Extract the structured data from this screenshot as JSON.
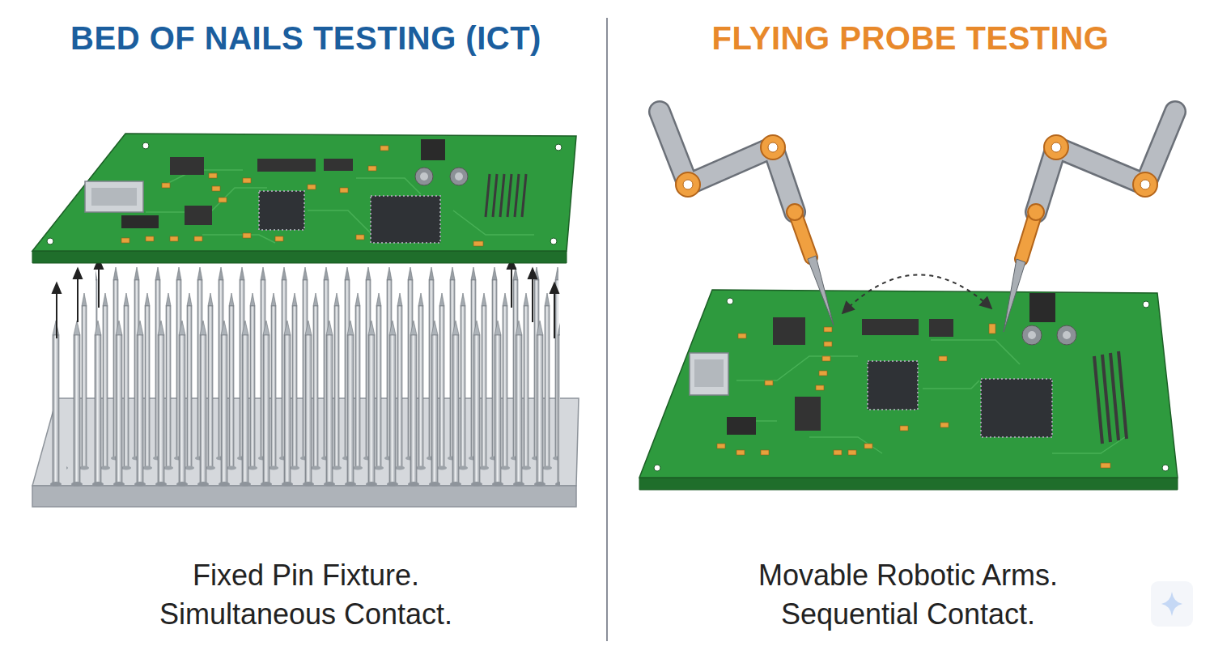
{
  "diagram": {
    "labels": [
      "BED OF NAILS TESTING (ICT)",
      "FLYING PROBE TESTING",
      "Fixed Pin Fixture.",
      "Simultaneous Contact.",
      "Movable Robotic Arms.",
      "Sequential Contact."
    ]
  }
}
